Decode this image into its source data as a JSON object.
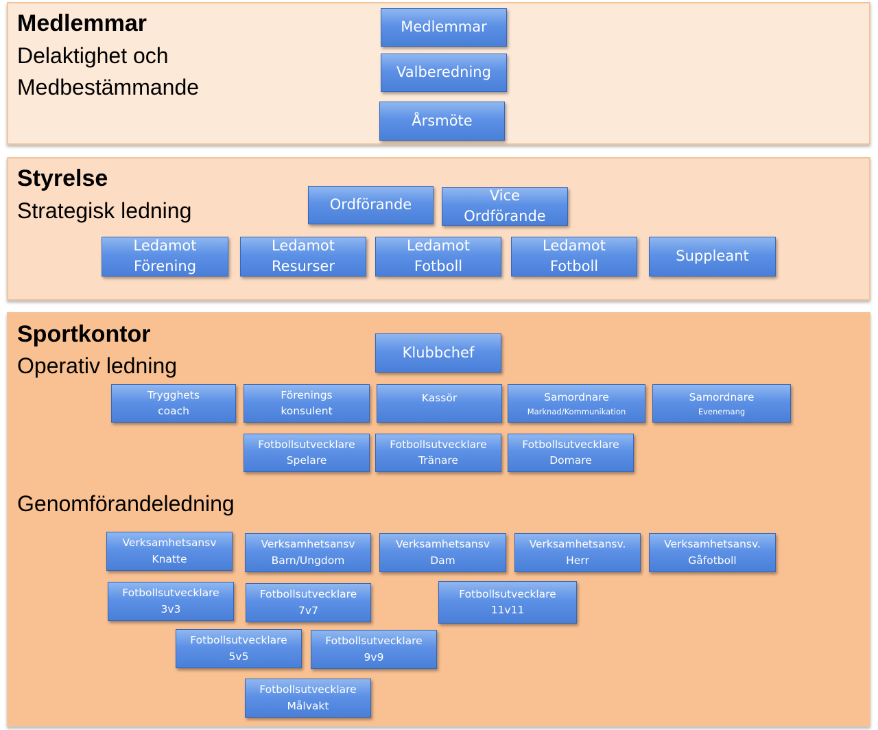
{
  "sections": {
    "medlemmar": {
      "title": "Medlemmar",
      "subtitle_1": "Delaktighet och",
      "subtitle_2": "Medbestämmande"
    },
    "styrelse": {
      "title": "Styrelse",
      "subtitle": "Strategisk ledning"
    },
    "sportkontor": {
      "title": "Sportkontor",
      "subtitle": "Operativ ledning",
      "subtitle_2": "Genomförandeledning"
    }
  },
  "medlemmar_boxes": {
    "medlemmar": "Medlemmar",
    "valberedning": "Valberedning",
    "arsmote": "Årsmöte"
  },
  "styrelse_boxes": {
    "ordforande": "Ordförande",
    "vice_1": "Vice",
    "vice_2": "Ordförande",
    "ledamot_forening_1": "Ledamot",
    "ledamot_forening_2": "Förening",
    "ledamot_resurser_1": "Ledamot",
    "ledamot_resurser_2": "Resurser",
    "ledamot_fotboll_a_1": "Ledamot",
    "ledamot_fotboll_a_2": "Fotboll",
    "ledamot_fotboll_b_1": "Ledamot",
    "ledamot_fotboll_b_2": "Fotboll",
    "suppleant": "Suppleant"
  },
  "operativ_boxes": {
    "klubbchef": "Klubbchef",
    "trygghets_1": "Trygghets",
    "trygghets_2": "coach",
    "forenings_1": "Förenings",
    "forenings_2": "konsulent",
    "kassor": "Kassör",
    "samordnare_mk_1": "Samordnare",
    "samordnare_mk_2": "Marknad/Kommunikation",
    "samordnare_ev_1": "Samordnare",
    "samordnare_ev_2": "Evenemang",
    "fu_spelare_1": "Fotbollsutvecklare",
    "fu_spelare_2": "Spelare",
    "fu_tranare_1": "Fotbollsutvecklare",
    "fu_tranare_2": "Tränare",
    "fu_domare_1": "Fotbollsutvecklare",
    "fu_domare_2": "Domare"
  },
  "genomforande_boxes": {
    "va_knatte_1": "Verksamhetsansv",
    "va_knatte_2": "Knatte",
    "va_barn_1": "Verksamhetsansv",
    "va_barn_2": "Barn/Ungdom",
    "va_dam_1": "Verksamhetsansv",
    "va_dam_2": "Dam",
    "va_herr_1": "Verksamhetsansv.",
    "va_herr_2": "Herr",
    "va_gafotboll_1": "Verksamhetsansv.",
    "va_gafotboll_2": "Gåfotboll",
    "fu_3v3_1": "Fotbollsutvecklare",
    "fu_3v3_2": "3v3",
    "fu_7v7_1": "Fotbollsutvecklare",
    "fu_7v7_2": "7v7",
    "fu_11v11_1": "Fotbollsutvecklare",
    "fu_11v11_2": "11v11",
    "fu_5v5_1": "Fotbollsutvecklare",
    "fu_5v5_2": "5v5",
    "fu_9v9_1": "Fotbollsutvecklare",
    "fu_9v9_2": "9v9",
    "fu_malvakt_1": "Fotbollsutvecklare",
    "fu_malvakt_2": "Målvakt"
  }
}
